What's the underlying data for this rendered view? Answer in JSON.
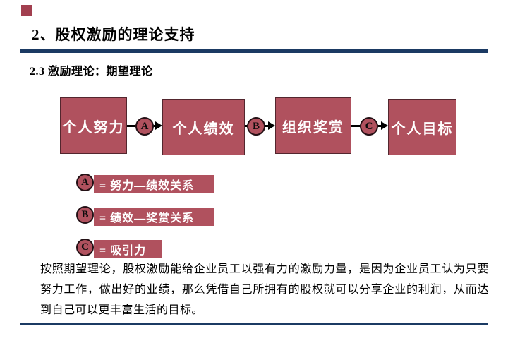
{
  "slide": {
    "title": "2、股权激励的理论支持",
    "subtitle": "2.3 激励理论：期望理论",
    "paragraph": "按照期望理论，股权激励能给企业员工以强有力的激励力量，是因为企业员工认为只要努力工作，做出好的业绩，那么凭借自己所拥有的股权就可以分享企业的利润，从而达到自己可以更丰富生活的目标。"
  },
  "colors": {
    "accent_navy": "#1b3a63",
    "shape_maroon": "#b0515e"
  },
  "diagram": {
    "boxes": [
      {
        "label": "个人努力"
      },
      {
        "label": "个人绩效"
      },
      {
        "label": "组织奖赏"
      },
      {
        "label": "个人目标"
      }
    ],
    "connectors": [
      {
        "letter": "A"
      },
      {
        "letter": "B"
      },
      {
        "letter": "C"
      }
    ]
  },
  "legend": [
    {
      "letter": "A",
      "text": "= 努力—绩效关系"
    },
    {
      "letter": "B",
      "text": "= 绩效—奖赏关系"
    },
    {
      "letter": "C",
      "text": "= 吸引力"
    }
  ]
}
